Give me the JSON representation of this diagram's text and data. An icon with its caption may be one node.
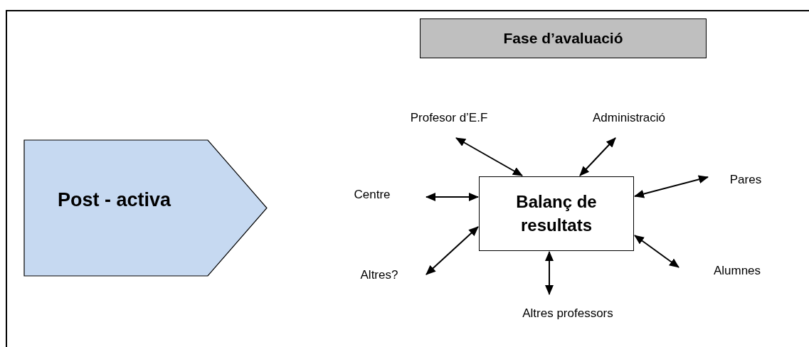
{
  "diagram": {
    "nodes": [
      {
        "text": [
          "Fase d’avaluació"
        ]
      },
      {
        "text": [
          "Profesor d’E.F"
        ]
      },
      {
        "text": [
          "Administració"
        ]
      },
      {
        "text": [
          "Pares"
        ]
      },
      {
        "text": [
          "Post - activa"
        ]
      },
      {
        "text": [
          "Centre"
        ]
      },
      {
        "text": [
          "Balanç de resultats"
        ]
      },
      {
        "text": [
          "Altres?"
        ]
      },
      {
        "text": [
          "Alumnes"
        ]
      },
      {
        "text": [
          "Altres professors"
        ]
      }
    ],
    "edges": [
      {
        "from": 1,
        "to": 6,
        "arrow": "both"
      },
      {
        "from": 2,
        "to": 6,
        "arrow": "both"
      },
      {
        "from": 3,
        "to": 6,
        "arrow": "both"
      },
      {
        "from": 5,
        "to": 6,
        "arrow": "both"
      },
      {
        "from": 7,
        "to": 6,
        "arrow": "both"
      },
      {
        "from": 8,
        "to": 6,
        "arrow": "both"
      },
      {
        "from": 9,
        "to": 6,
        "arrow": "both"
      }
    ]
  }
}
